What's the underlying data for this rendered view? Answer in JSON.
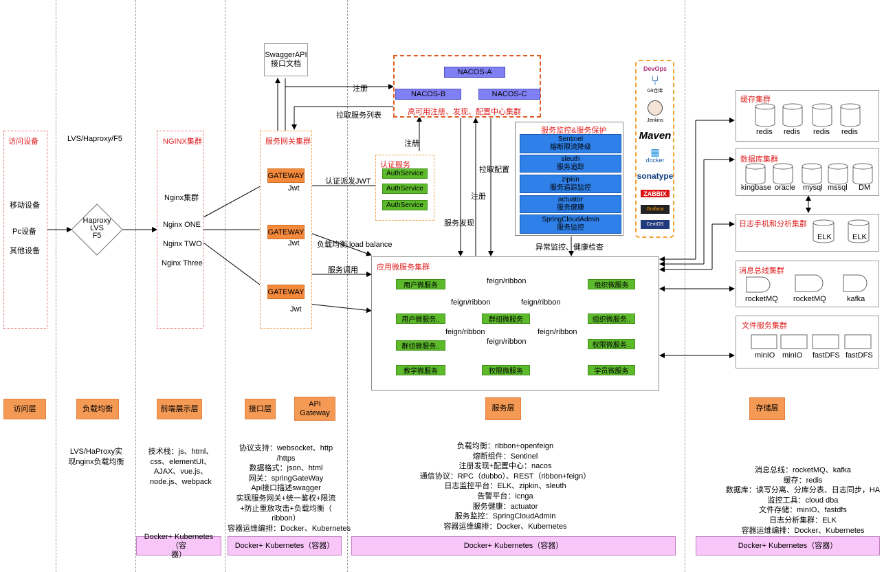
{
  "access": {
    "title": "访问设备",
    "devices": [
      "移动设备",
      "Pc设备",
      "其他设备"
    ]
  },
  "lb": {
    "title": "LVS/Haproxy/F5",
    "diamond": [
      "Haproxy",
      "LVS",
      "F5"
    ]
  },
  "nginx": {
    "title": "NGINX集群",
    "items": [
      "Nginx集群",
      "Nginx ONE",
      "Nginx TWO",
      "Nginx Three"
    ]
  },
  "swagger": {
    "line1": "SwaggerAPI",
    "line2": "接口文档"
  },
  "gateway_cluster": {
    "title": "服务网关集群",
    "gateways": [
      "GATEWAY",
      "GATEWAY",
      "GATEWAY"
    ],
    "jwt": [
      "Jwt",
      "Jwt",
      "Jwt"
    ]
  },
  "nacos": {
    "a": "NACOS-A",
    "b": "NACOS-B",
    "c": "NACOS-C",
    "caption": "高可用注册、发现、配置中心集群"
  },
  "auth": {
    "title": "认证服务",
    "services": [
      "AuthService",
      "AuthService",
      "AuthService"
    ]
  },
  "monitor": {
    "title": "服务监控&服务保护",
    "items": [
      [
        "Sentinel",
        "熔断限流降级"
      ],
      [
        "sleuth",
        "服务追踪"
      ],
      [
        "zipkin",
        "服务追踪监控"
      ],
      [
        "actuator",
        "服务健康"
      ],
      [
        "SpringCloudAdmin",
        "服务监控"
      ]
    ],
    "bottom_label": "异常监控、健康检查"
  },
  "devops": {
    "logos": [
      "DevOps",
      "Git仓库",
      "Jenkins",
      "Maven",
      "docker",
      "sonatype",
      "ZABBIX",
      "Grafana",
      "CentOS"
    ]
  },
  "labels": {
    "register1": "注册",
    "pull_list": "拉取服务列表",
    "register2": "注册",
    "auth_jwt": "认证派发JWT",
    "register3": "注册",
    "pull_config": "拉取配置",
    "discover": "服务发现",
    "lb_label": "负载均衡 load balance",
    "invoke": "服务调用"
  },
  "micro": {
    "title": "应用微服务集群",
    "user": "用户微服务",
    "org": "组织微服务",
    "user2": "用户微服务..",
    "group": "群组微服务",
    "org2": "组织微服务..",
    "group2": "群组微服务..",
    "perm2": "权限微服务..",
    "teach": "教学微服务",
    "perm": "权限微服务",
    "student": "学员微服务",
    "feign": [
      "feign/ribbon",
      "feign/ribbon",
      "feign/ribbon",
      "feign/ribbon",
      "feign/ribbon",
      "feign/ribbon"
    ]
  },
  "storage": {
    "cache": {
      "title": "缓存集群",
      "items": [
        "redis",
        "redis",
        "redis",
        "redis"
      ]
    },
    "db": {
      "title": "数据库集群",
      "items": [
        "kingbase",
        "oracle",
        "mysql",
        "mssql",
        "DM"
      ]
    },
    "log": {
      "title": "日志手机和分析集群",
      "items": [
        "ELK",
        "ELK"
      ]
    },
    "mq": {
      "title": "消息总线集群",
      "items": [
        "rocketMQ",
        "rocketMQ",
        "kafka"
      ]
    },
    "file": {
      "title": "文件服务集群",
      "items": [
        "minIO",
        "minIO",
        "fastDFS",
        "fastDFS"
      ]
    }
  },
  "layers": {
    "access": "访问层",
    "lb": "负载均衡",
    "frontend": "前端展示层",
    "api": "接口层",
    "apigw": [
      "API",
      "Gateway"
    ],
    "service": "服务层",
    "storage": "存储层"
  },
  "desc": {
    "lb": [
      "LVS/HaProxy实",
      "现nginx负载均衡"
    ],
    "frontend": [
      "技术栈：js、html、",
      "css、elementUI、",
      "AJAX、vue.js、",
      "node.js、webpack"
    ],
    "api": [
      "协议支持：websocket、http",
      "/https",
      "数据格式：json、html",
      "网关：springGateWay",
      "Api接口描述swagger",
      "实现服务网关+统一鉴权+限流",
      "+防止重放攻击+负载均衡（",
      "ribbon）",
      "容器运维编排：Docker、Kubernetes"
    ],
    "service": [
      "负载均衡：ribbon+openfeign",
      "熔断组件：Sentinel",
      "注册发现+配置中心：nacos",
      "通信协议：RPC（dubbo）、REST（ribbon+feign）",
      "日志监控平台：ELK、zipkin、sleuth",
      "告警平台：icnga",
      "服务健康：actuator",
      "服务监控：SpringCloudAdmin",
      "容器运维编排：Docker、Kubernetes"
    ],
    "storage": [
      "消息总线：rocketMQ、kafka",
      "缓存：redis",
      "数据库：读写分离、分库分表、日志同步，HA",
      "监控工具：cloud dba",
      "文件存储：minIO、fastdfs",
      "日志分析集群：ELK",
      "容器运维编排：Docker、Kubernetes"
    ]
  },
  "docker": {
    "frontend": [
      "Docker+ Kubernetes（容",
      "器）"
    ],
    "api": "Docker+ Kubernetes（容器）",
    "service": "Docker+ Kubernetes（容器）",
    "storage": "Docker+ Kubernetes（容器）"
  }
}
